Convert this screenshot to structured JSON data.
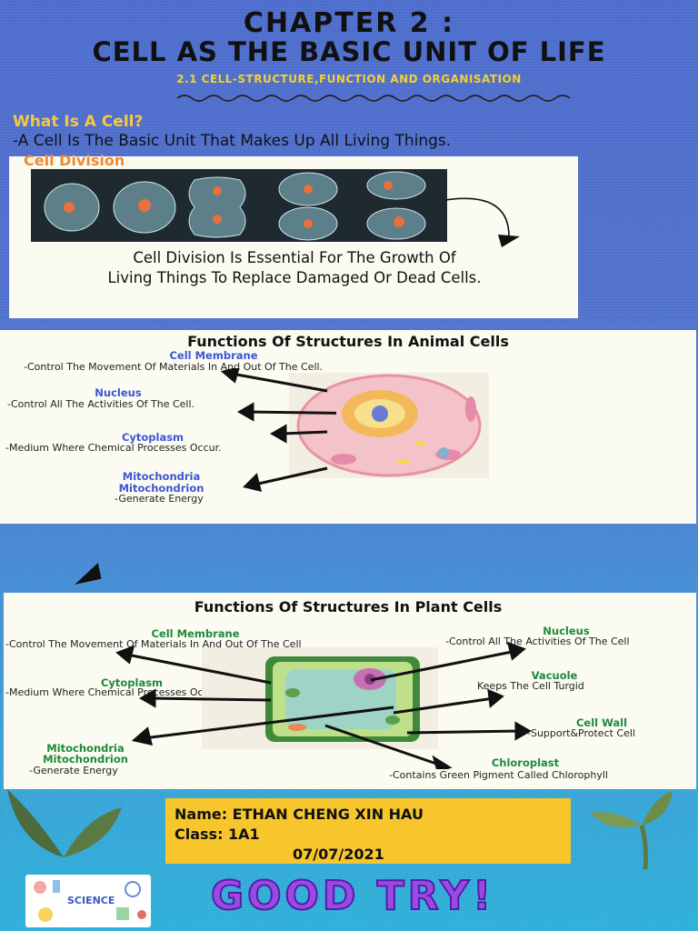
{
  "header": {
    "chapter": "Chapter 2 :",
    "title": "Cell As The Basic Unit Of Life",
    "section": "2.1 Cell-Structure,Function And Organisation"
  },
  "intro": {
    "question": "What Is A Cell?",
    "answer": "-A Cell Is The Basic Unit That Makes Up All Living Things."
  },
  "cell_division": {
    "title": "Cell Division",
    "text_line1": "Cell Division Is Essential For The Growth Of",
    "text_line2": "Living Things To Replace Damaged Or Dead Cells."
  },
  "animal": {
    "heading": "Functions Of Structures In Animal Cells",
    "items": [
      {
        "label": "Cell Membrane",
        "desc": "-Control The Movement Of Materials In And Out Of The Cell."
      },
      {
        "label": "Nucleus",
        "desc": "-Control All The Activities Of The Cell."
      },
      {
        "label": "Cytoplasm",
        "desc": "-Medium Where Chemical Processes Occur."
      },
      {
        "label": "Mitochondria",
        "label2": "Mitochondrion",
        "desc": "-Generate Energy"
      }
    ]
  },
  "plant": {
    "heading": "Functions Of Structures In Plant Cells",
    "left": [
      {
        "label": "Cell Membrane",
        "desc": "-Control The Movement Of Materials In And Out Of The Cell"
      },
      {
        "label": "Cytoplasm",
        "desc": "-Medium Where Chemical Processes Occur."
      },
      {
        "label": "Mitochondria",
        "label2": "Mitochondrion",
        "desc": "-Generate Energy"
      }
    ],
    "right": [
      {
        "label": "Nucleus",
        "desc": "-Control All The Activities Of The Cell"
      },
      {
        "label": "Vacuole",
        "desc": "Keeps The Cell Turgid"
      },
      {
        "label": "Cell Wall",
        "desc": "-Support&Protect Cell"
      },
      {
        "label": "Chloroplast",
        "desc": "-Contains Green Pigment Called Chlorophyll"
      }
    ]
  },
  "student": {
    "name": "Name: ETHAN CHENG XIN HAU",
    "class": "Class: 1A1",
    "date": "07/07/2021"
  },
  "science_logo": {
    "text": "SCIENCE"
  },
  "footer": {
    "good_try": "GOOD TRY!"
  },
  "colors": {
    "background_top": "#4e6fd0",
    "background_bottom": "#2fb3dc",
    "section_yellow": "#f2d130",
    "cell_division_orange": "#f08a32",
    "animal_label_blue": "#3d55d6",
    "plant_label_green": "#1d8a3a",
    "name_box": "#f6c62c",
    "good_try_purple": "#9a4ae4"
  }
}
